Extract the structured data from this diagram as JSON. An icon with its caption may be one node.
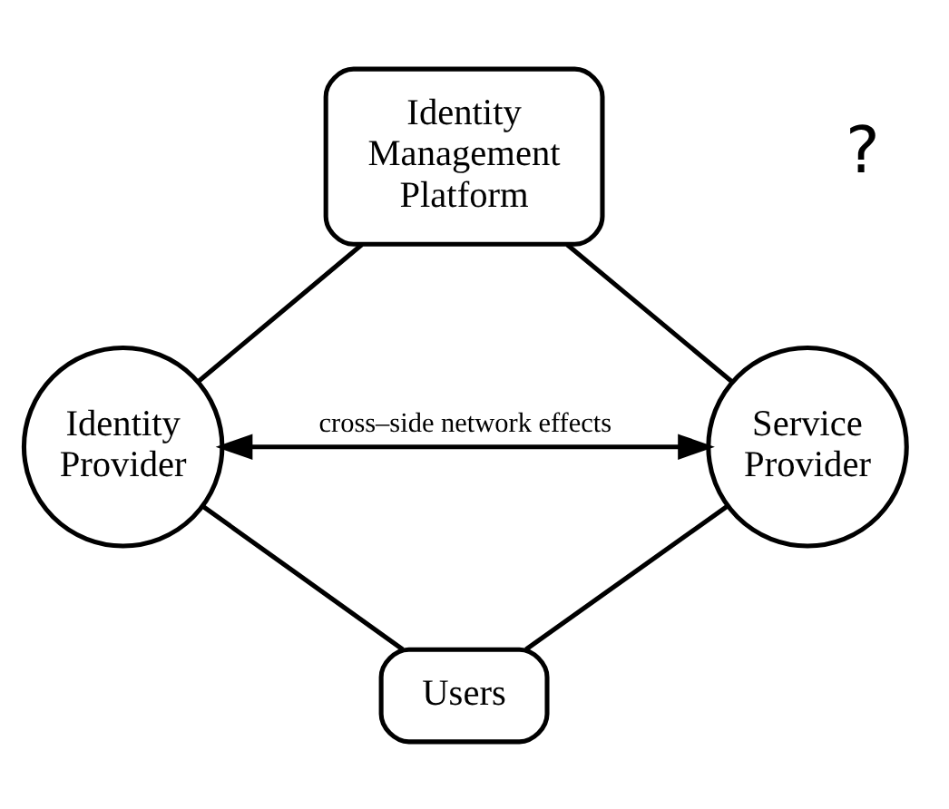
{
  "diagram": {
    "nodes": [
      {
        "text": [
          "Identity Management Platform"
        ]
      },
      {
        "text": [
          "Identity Provider"
        ]
      },
      {
        "text": [
          "Service Provider"
        ]
      },
      {
        "text": [
          "Users"
        ]
      }
    ],
    "edges": [
      {
        "from": 0,
        "to": 1,
        "arrow": "none"
      },
      {
        "from": 0,
        "to": 2,
        "arrow": "none"
      },
      {
        "from": 1,
        "to": 2,
        "arrow": "both",
        "label": "cross–side network effects"
      },
      {
        "from": 1,
        "to": 3,
        "arrow": "none"
      },
      {
        "from": 2,
        "to": 3,
        "arrow": "none"
      }
    ],
    "labels": [
      "?"
    ]
  }
}
